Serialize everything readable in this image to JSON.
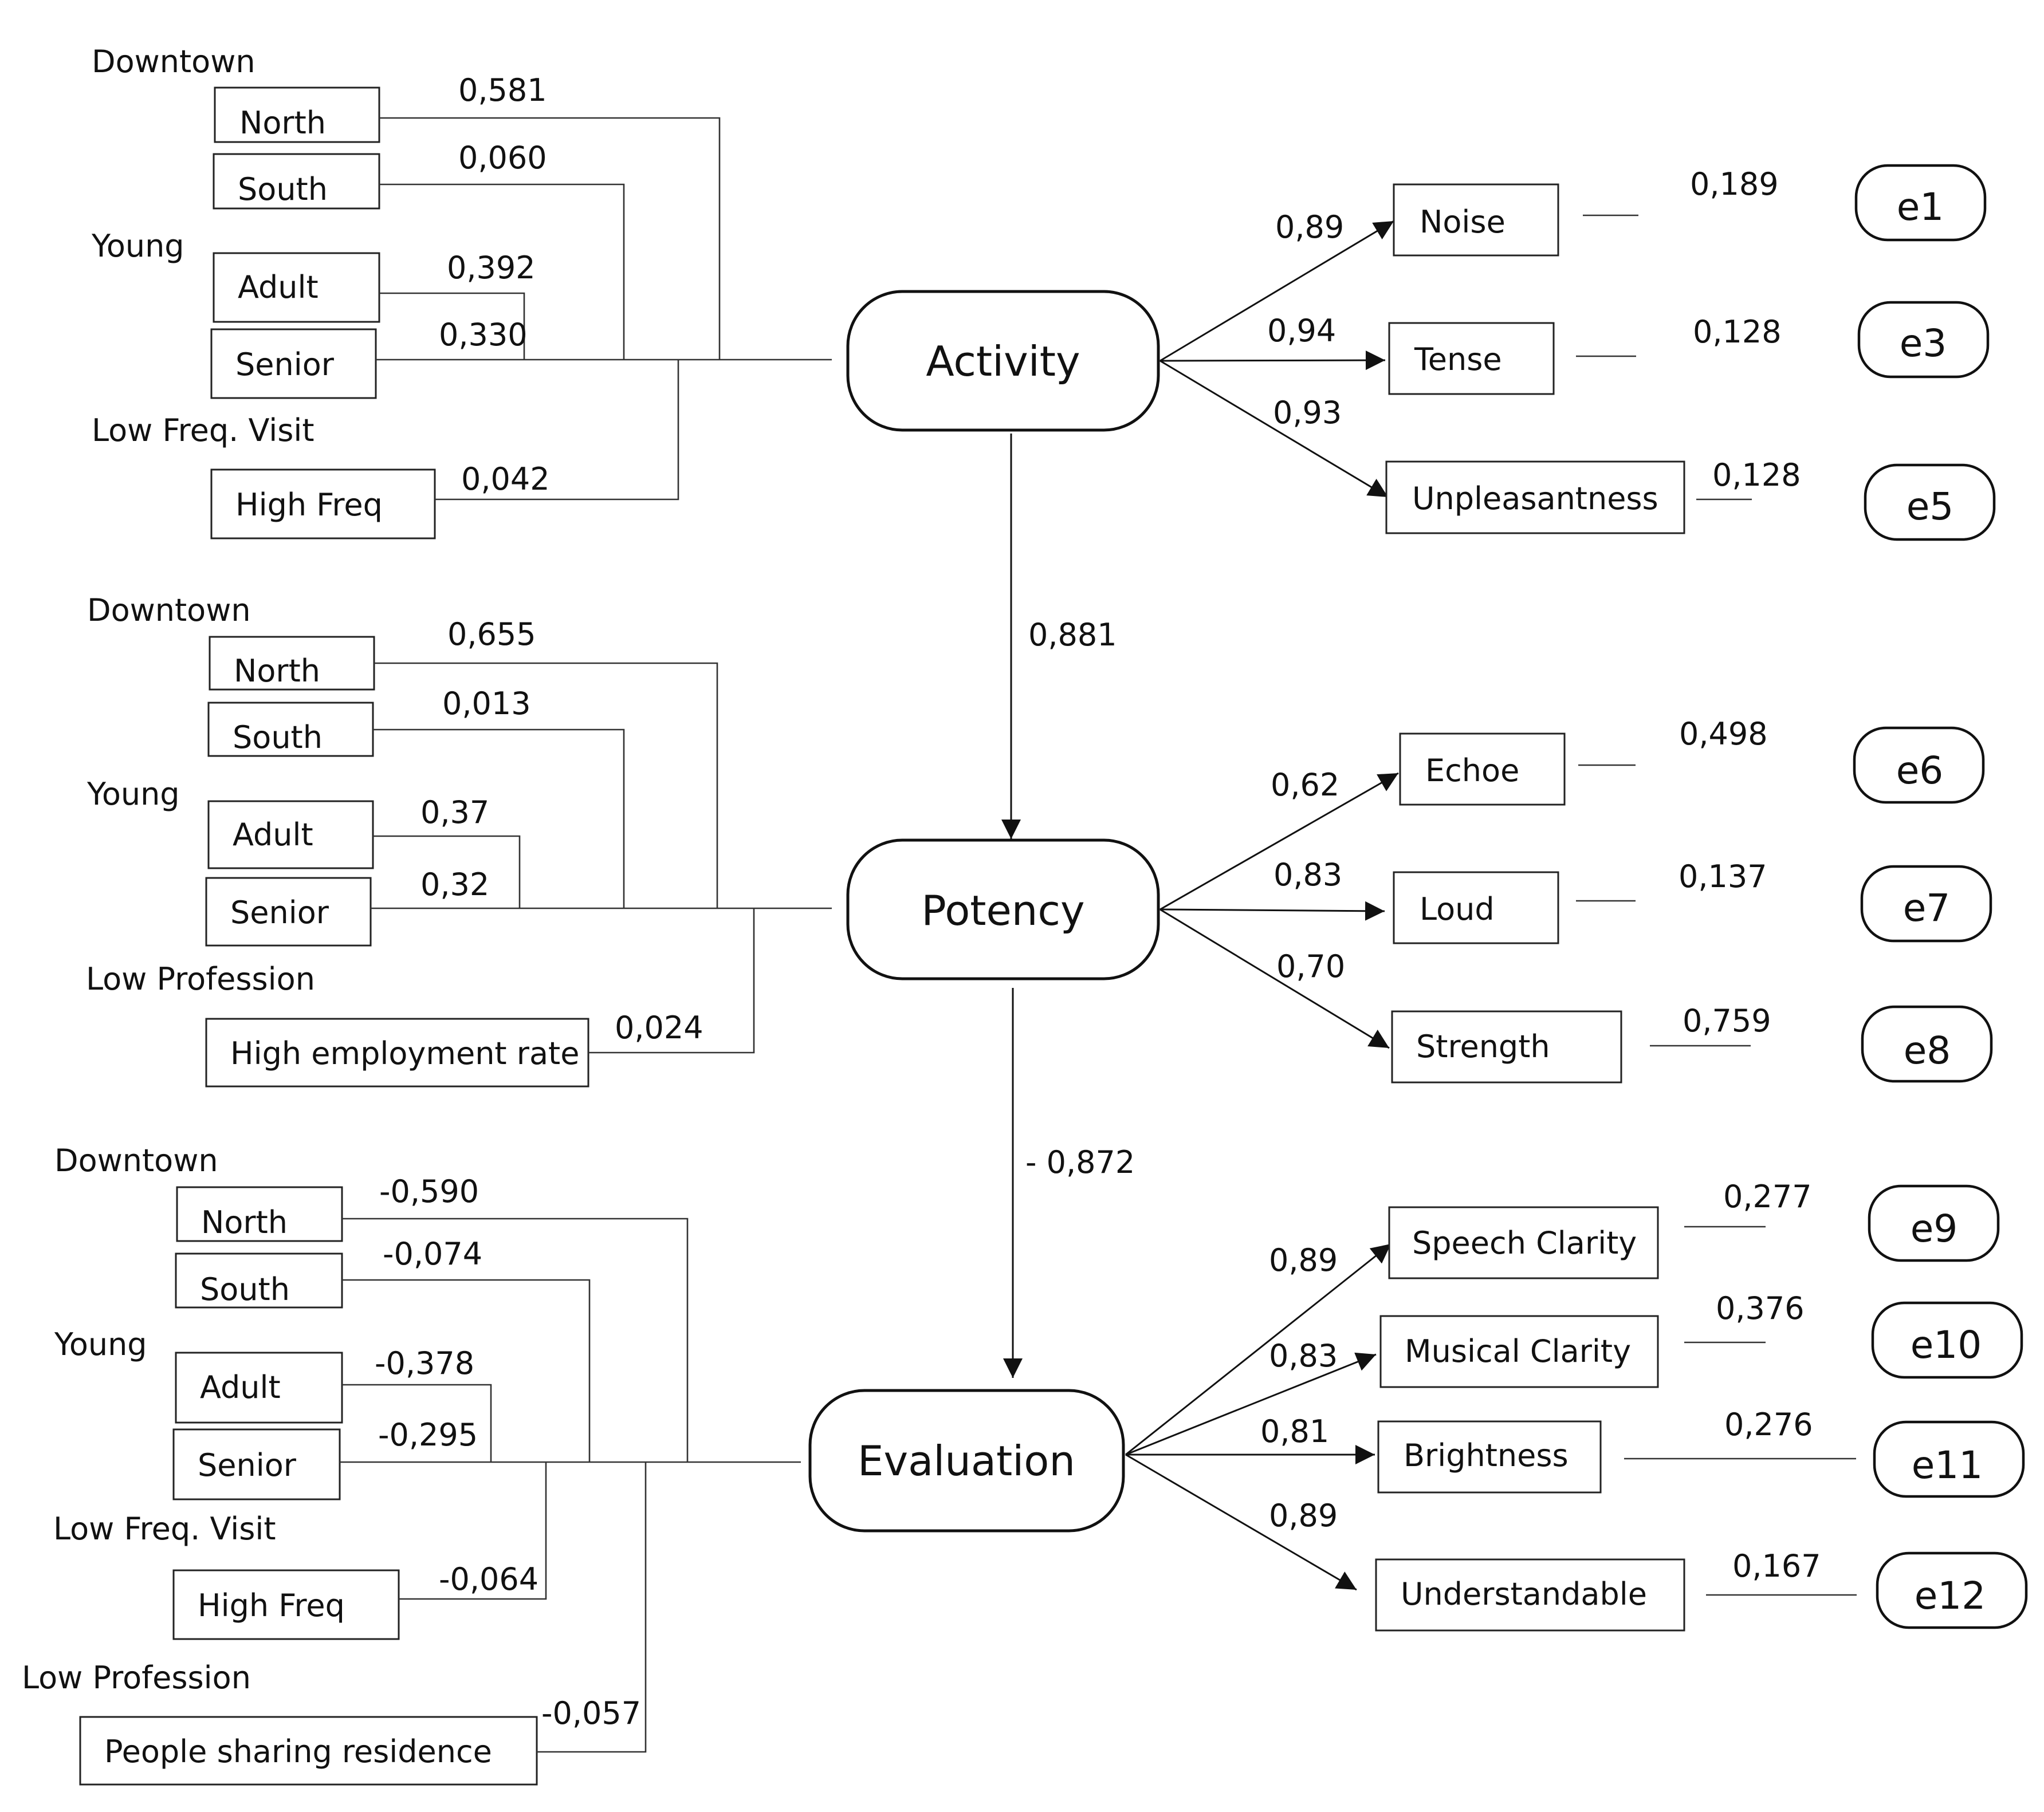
{
  "factors": {
    "activity": "Activity",
    "potency": "Potency",
    "evaluation": "Evaluation"
  },
  "paths": {
    "activity_potency": "0,881",
    "potency_evaluation": "- 0,872"
  },
  "activity_group": {
    "group_downtown": "Downtown",
    "group_young": "Young",
    "group_low_freq": "Low Freq. Visit",
    "north": "North",
    "north_coef": "0,581",
    "south": "South",
    "south_coef": "0,060",
    "adult": "Adult",
    "adult_coef": "0,392",
    "senior": "Senior",
    "senior_coef": "0,330",
    "high_freq": "High Freq",
    "high_freq_coef": "0,042"
  },
  "potency_group": {
    "group_downtown": "Downtown",
    "group_young": "Young",
    "group_low_profession": "Low Profession",
    "north": "North",
    "north_coef": "0,655",
    "south": "South",
    "south_coef": "0,013",
    "adult": "Adult",
    "adult_coef": "0,37",
    "senior": "Senior",
    "senior_coef": "0,32",
    "high_employment": "High employment rate",
    "high_employment_coef": "0,024"
  },
  "evaluation_group": {
    "group_downtown": "Downtown",
    "group_young": "Young",
    "group_low_freq": "Low Freq. Visit",
    "group_low_profession": "Low Profession",
    "north": "North",
    "north_coef": "-0,590",
    "south": "South",
    "south_coef": "-0,074",
    "adult": "Adult",
    "adult_coef": "-0,378",
    "senior": "Senior",
    "senior_coef": "-0,295",
    "high_freq": "High Freq",
    "high_freq_coef": "-0,064",
    "people_sharing": "People sharing residence",
    "people_sharing_coef": "-0,057"
  },
  "activity_indicators": [
    {
      "label": "Noise",
      "loading": "0,89",
      "error": "e1",
      "error_var": "0,189"
    },
    {
      "label": "Tense",
      "loading": "0,94",
      "error": "e3",
      "error_var": "0,128"
    },
    {
      "label": "Unpleasantness",
      "loading": "0,93",
      "error": "e5",
      "error_var": "0,128"
    }
  ],
  "potency_indicators": [
    {
      "label": "Echoe",
      "loading": "0,62",
      "error": "e6",
      "error_var": "0,498"
    },
    {
      "label": "Loud",
      "loading": "0,83",
      "error": "e7",
      "error_var": "0,137"
    },
    {
      "label": "Strength",
      "loading": "0,70",
      "error": "e8",
      "error_var": "0,759"
    }
  ],
  "evaluation_indicators": [
    {
      "label": "Speech Clarity",
      "loading": "0,89",
      "error": "e9",
      "error_var": "0,277"
    },
    {
      "label": "Musical Clarity",
      "loading": "0,83",
      "error": "e10",
      "error_var": "0,376"
    },
    {
      "label": "Brightness",
      "loading": "0,81",
      "error": "e11",
      "error_var": "0,276"
    },
    {
      "label": "Understandable",
      "loading": "0,89",
      "error": "e12",
      "error_var": "0,167"
    }
  ]
}
